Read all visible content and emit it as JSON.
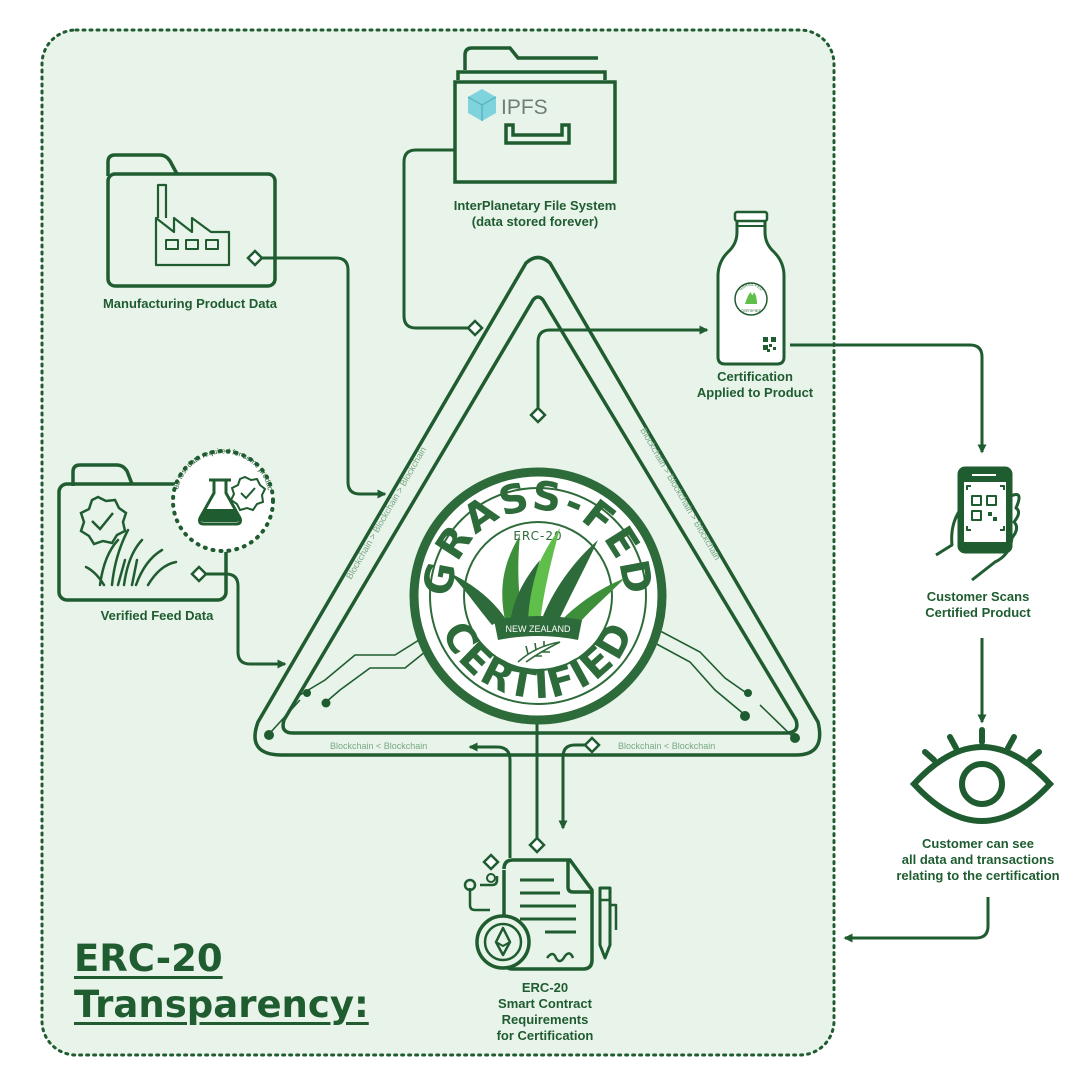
{
  "colors": {
    "green_dark": "#1f5c30",
    "green_panel": "#e8f3ea",
    "grass_light": "#5fbf4a",
    "ipfs_teal": "#7fd3dc"
  },
  "title": {
    "line1": "ERC-20",
    "line2": "Transparency:"
  },
  "nodes": {
    "manufacturing": {
      "label": "Manufacturing Product Data",
      "icon": "factory-folder-icon"
    },
    "ipfs": {
      "logo_text": "IPFS",
      "label_line1": "InterPlanetary File System",
      "label_line2": "(data stored forever)",
      "icon": "file-cabinet-icon"
    },
    "certification": {
      "label_line1": "Certification",
      "label_line2": "Applied to Product",
      "icon": "milk-bottle-icon"
    },
    "feed": {
      "label": "Verified Feed Data",
      "badge_text": "* Lab test data required for some products.",
      "icon": "grass-folder-icon"
    },
    "scan": {
      "label_line1": "Customer Scans",
      "label_line2": "Certified Product",
      "icon": "phone-qr-icon"
    },
    "see": {
      "label_line1": "Customer can see",
      "label_line2": "all data and transactions",
      "label_line3": "relating to the certification",
      "icon": "eye-icon"
    },
    "contract": {
      "label_line1": "ERC-20",
      "label_line2": "Smart Contract",
      "label_line3": "Requirements",
      "label_line4": "for Certification",
      "icon": "contract-document-icon"
    }
  },
  "seal": {
    "top_text": "GRASS-FED",
    "standard": "ERC-20",
    "country": "NEW ZEALAND",
    "bottom_text": "CERTIFIED"
  },
  "bottle_label": {
    "seal_text": "GRASS-FED",
    "seal_sub": "CERTIFIED"
  },
  "triangle_labels": {
    "left": "Blockchain > Blockchain > Blockchain",
    "right": "Blockchain > Blockchain > Blockchain",
    "bottom_left": "Blockchain < Blockchain",
    "bottom_right": "Blockchain < Blockchain"
  }
}
